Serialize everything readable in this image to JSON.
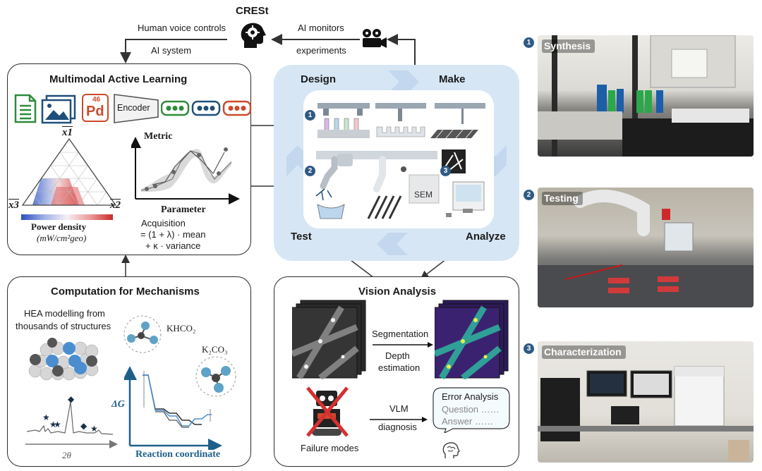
{
  "header": {
    "crest": "CRESt",
    "voice_line1": "Human voice controls",
    "voice_line2": "AI system",
    "monitor_line1": "AI monitors",
    "monitor_line2": "experiments"
  },
  "mal": {
    "title": "Multimodal Active Learning",
    "pd_number": "46",
    "pd_symbol": "Pd",
    "encoder": "Encoder",
    "ternary": {
      "x1": "x1",
      "x2": "x2",
      "x3": "x3"
    },
    "colorbar_label": "Power density",
    "colorbar_unit": "(mW/cm²geo)",
    "metric": "Metric",
    "parameter": "Parameter",
    "acq_line1": "Acquisition",
    "acq_line2": "= (1 + λ) · mean",
    "acq_line3": "+ κ · variance"
  },
  "cycle": {
    "design": "Design",
    "make": "Make",
    "test": "Test",
    "analyze": "Analyze",
    "steps": [
      "1",
      "2",
      "3"
    ],
    "sem": "SEM"
  },
  "comp": {
    "title": "Computation for Mechanisms",
    "hea_line1": "HEA modelling from",
    "hea_line2": "thousands of structures",
    "khco2": "KHCO₂",
    "k2co3": "K₂CO₃",
    "dG": "ΔG",
    "two_theta": "2θ",
    "reaction": "Reaction coordinate"
  },
  "vision": {
    "title": "Vision Analysis",
    "segmentation": "Segmentation",
    "depth_line1": "Depth",
    "depth_line2": "estimation",
    "vlm": "VLM",
    "diagnosis": "diagnosis",
    "error_title": "Error Analysis",
    "question": "Question ……",
    "answer": "Answer ……",
    "failure": "Failure modes"
  },
  "photos": [
    {
      "num": "1",
      "label": "Synthesis"
    },
    {
      "num": "2",
      "label": "Testing"
    },
    {
      "num": "3",
      "label": "Characterization"
    }
  ],
  "colors": {
    "accent_blue": "#2f5a86",
    "cycle_bg": "#d6e6f5",
    "green_icon": "#2e8b3a",
    "navy_icon": "#1e4f7a",
    "red_icon": "#cc4a2a"
  }
}
